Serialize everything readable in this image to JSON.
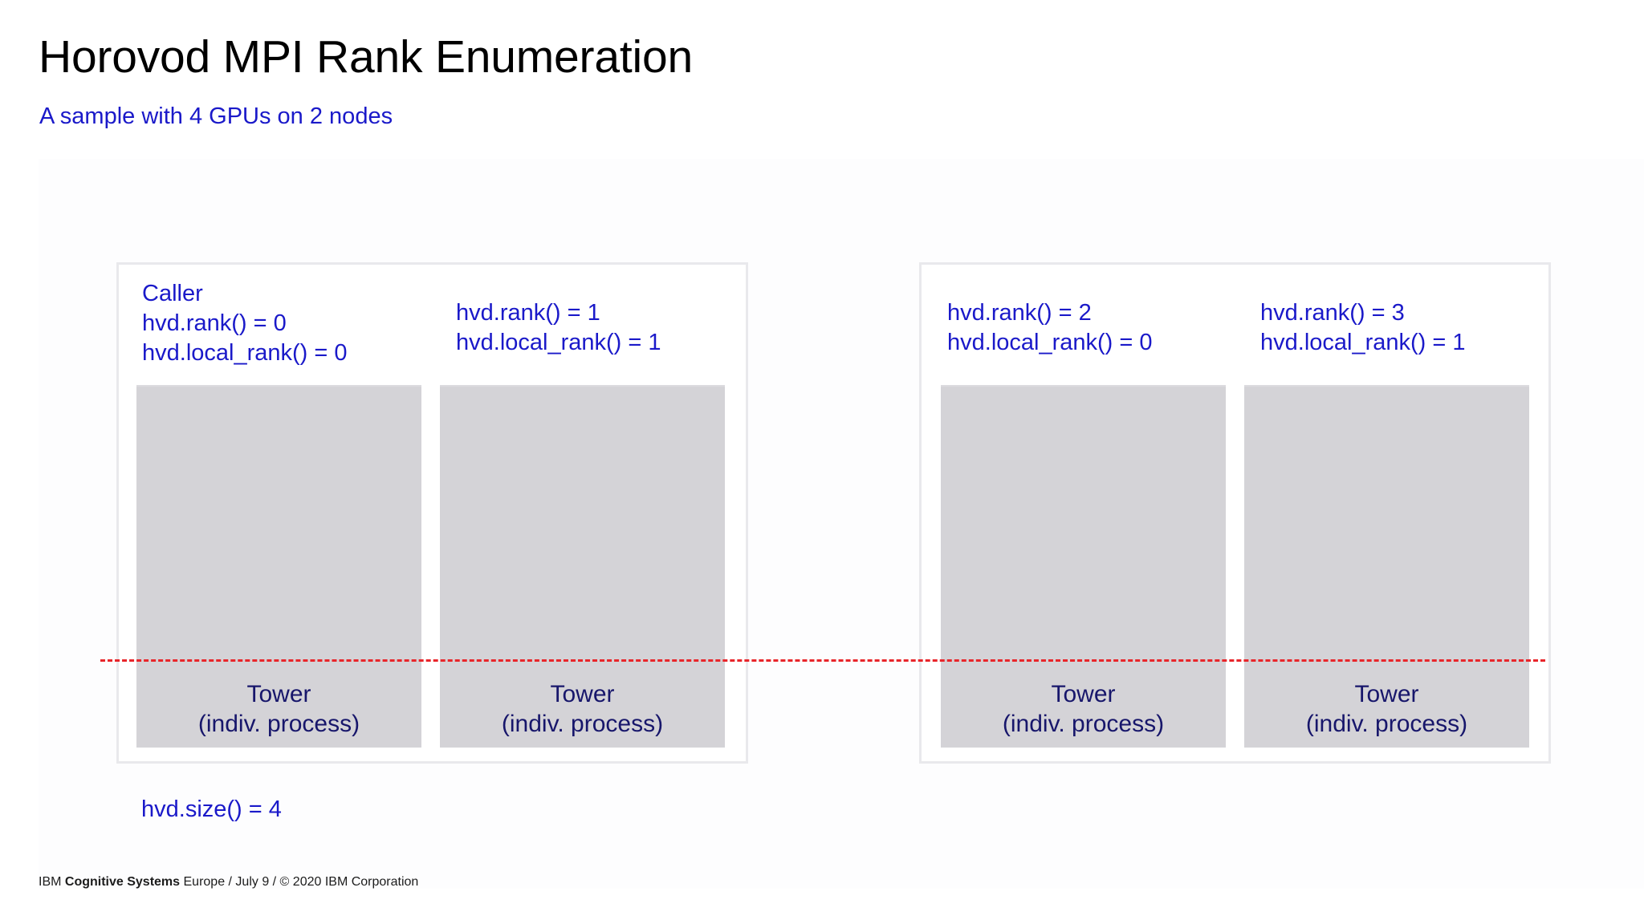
{
  "header": {
    "title": "Horovod MPI Rank Enumeration",
    "subtitle": "A sample with 4 GPUs on 2 nodes"
  },
  "colors": {
    "title_text": "#000000",
    "accent_blue": "#1a19c9",
    "tower_text": "#17166b",
    "tower_fill": "#d4d3d7",
    "node_border": "#e9e9ec",
    "network_divider": "#e8252a",
    "background": "#ffffff"
  },
  "diagram": {
    "network_divider_label": "network-boundary-dashed-line",
    "nodes": [
      {
        "id": "node-0",
        "gpus": [
          {
            "caller_label": "Caller",
            "rank_line": "hvd.rank() = 0",
            "local_rank_line": "hvd.local_rank() = 0",
            "tower_title": "Tower",
            "tower_subtitle": "(indiv. process)"
          },
          {
            "caller_label": "",
            "rank_line": "hvd.rank() = 1",
            "local_rank_line": "hvd.local_rank() = 1",
            "tower_title": "Tower",
            "tower_subtitle": "(indiv. process)"
          }
        ]
      },
      {
        "id": "node-1",
        "gpus": [
          {
            "caller_label": "",
            "rank_line": "hvd.rank() = 2",
            "local_rank_line": "hvd.local_rank() = 0",
            "tower_title": "Tower",
            "tower_subtitle": "(indiv. process)"
          },
          {
            "caller_label": "",
            "rank_line": "hvd.rank() = 3",
            "local_rank_line": "hvd.local_rank() = 1",
            "tower_title": "Tower",
            "tower_subtitle": "(indiv. process)"
          }
        ]
      }
    ],
    "size_note": "hvd.size() = 4"
  },
  "footer": {
    "brand_prefix": "IBM ",
    "brand_strong": "Cognitive Systems",
    "rest": " Europe / July 9 /  © 2020 IBM Corporation"
  }
}
